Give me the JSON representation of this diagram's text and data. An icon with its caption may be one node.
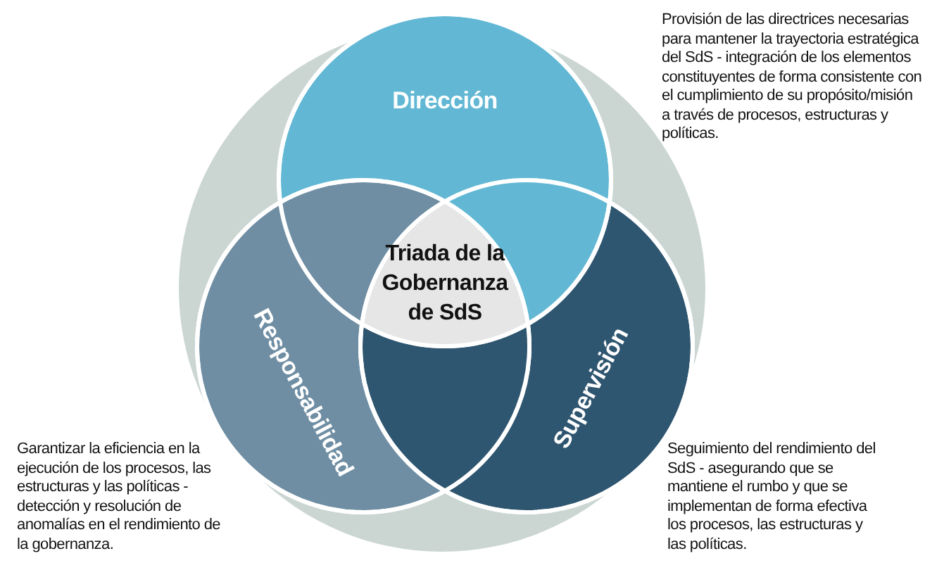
{
  "diagram": {
    "nodes": [
      {
        "text": [
          "Dirección"
        ]
      },
      {
        "text": [
          "Responsabilidad"
        ],
        "beside": [
          "Garantizar la eficiencia en la ejecución de los procesos, las estructuras y las políticas - detección y resolución de anomalías en el rendimiento de la gobernanza."
        ]
      },
      {
        "text": [
          "Supervisión"
        ],
        "beside": [
          "Seguimiento del rendimiento del SdS - asegurando que se mantiene el rumbo y que se implementan de forma efectiva los procesos, las estructuras y las políticas."
        ]
      },
      {
        "text": [
          "Triada de la Gobernanza de SdS"
        ]
      }
    ],
    "labels": [
      "Provisión de las directrices necesarias para mantener la trayectoria estratégica del SdS - integración de los elementos constituyentes de forma consistente con el cumplimiento de su propósito/misión a través de procesos, estructuras y políticas."
    ]
  }
}
